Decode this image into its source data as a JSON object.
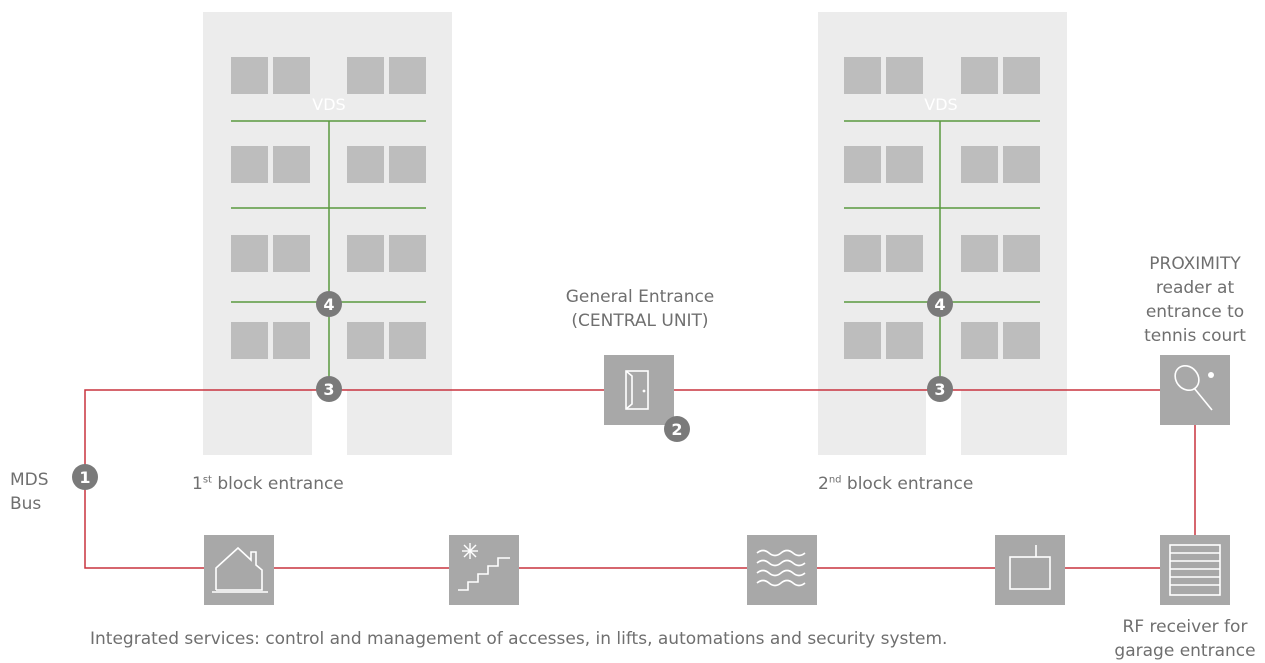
{
  "labels": {
    "vds": "VDS",
    "general_entrance_line1": "General Entrance",
    "general_entrance_line2": "(CENTRAL UNIT)",
    "proximity_line1": "PROXIMITY",
    "proximity_line2": "reader at",
    "proximity_line3": "entrance to",
    "proximity_line4": "tennis court",
    "mds_line1": "MDS",
    "mds_line2": "Bus",
    "block1_num": "1",
    "block1_sup": "st",
    "block1_text": " block entrance",
    "block2_num": "2",
    "block2_sup": "nd",
    "block2_text": " block entrance",
    "rf_line1": "RF receiver for",
    "rf_line2": "garage entrance",
    "footer": "Integrated services: control and management of accesses, in lifts, automations and security system."
  },
  "markers": {
    "one": "1",
    "two": "2",
    "three": "3",
    "four": "4"
  },
  "icons": [
    "house-icon",
    "stairs-light-icon",
    "waves-icon",
    "tv-antenna-icon",
    "garage-door-icon",
    "door-icon",
    "tennis-racket-icon"
  ],
  "colors": {
    "bus_line": "#c8333f",
    "riser_line": "#5a9a3e",
    "building": "#ececec",
    "window": "#bdbdbd",
    "icon_box": "#a8a8a8",
    "marker": "#7a7a7a"
  }
}
